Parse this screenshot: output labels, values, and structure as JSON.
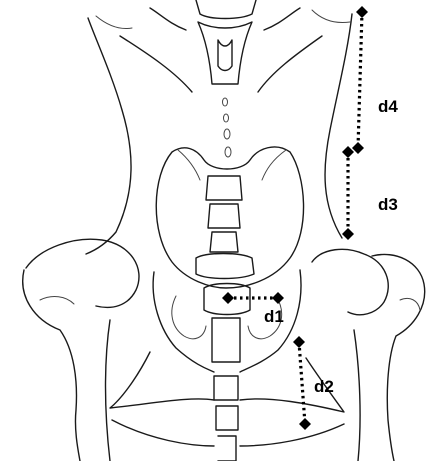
{
  "figure": {
    "labels": {
      "d1": "d1",
      "d2": "d2",
      "d3": "d3",
      "d4": "d4"
    },
    "colors": {
      "background": "#ffffff",
      "line_art": "#1a1a1a",
      "measurement": "#000000"
    }
  }
}
